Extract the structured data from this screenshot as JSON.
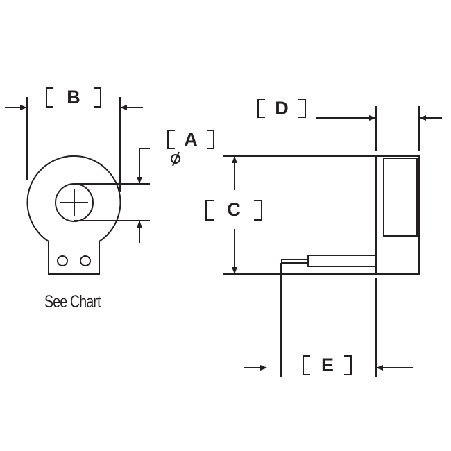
{
  "drawing": {
    "stroke_color": "#231f20",
    "background": "#ffffff",
    "dimensions": {
      "A": {
        "label": "A",
        "symbol": "diameter-symbol"
      },
      "B": {
        "label": "B"
      },
      "C": {
        "label": "C"
      },
      "D": {
        "label": "D"
      },
      "E": {
        "label": "E"
      }
    },
    "front_view": {
      "note": "See Chart"
    }
  }
}
